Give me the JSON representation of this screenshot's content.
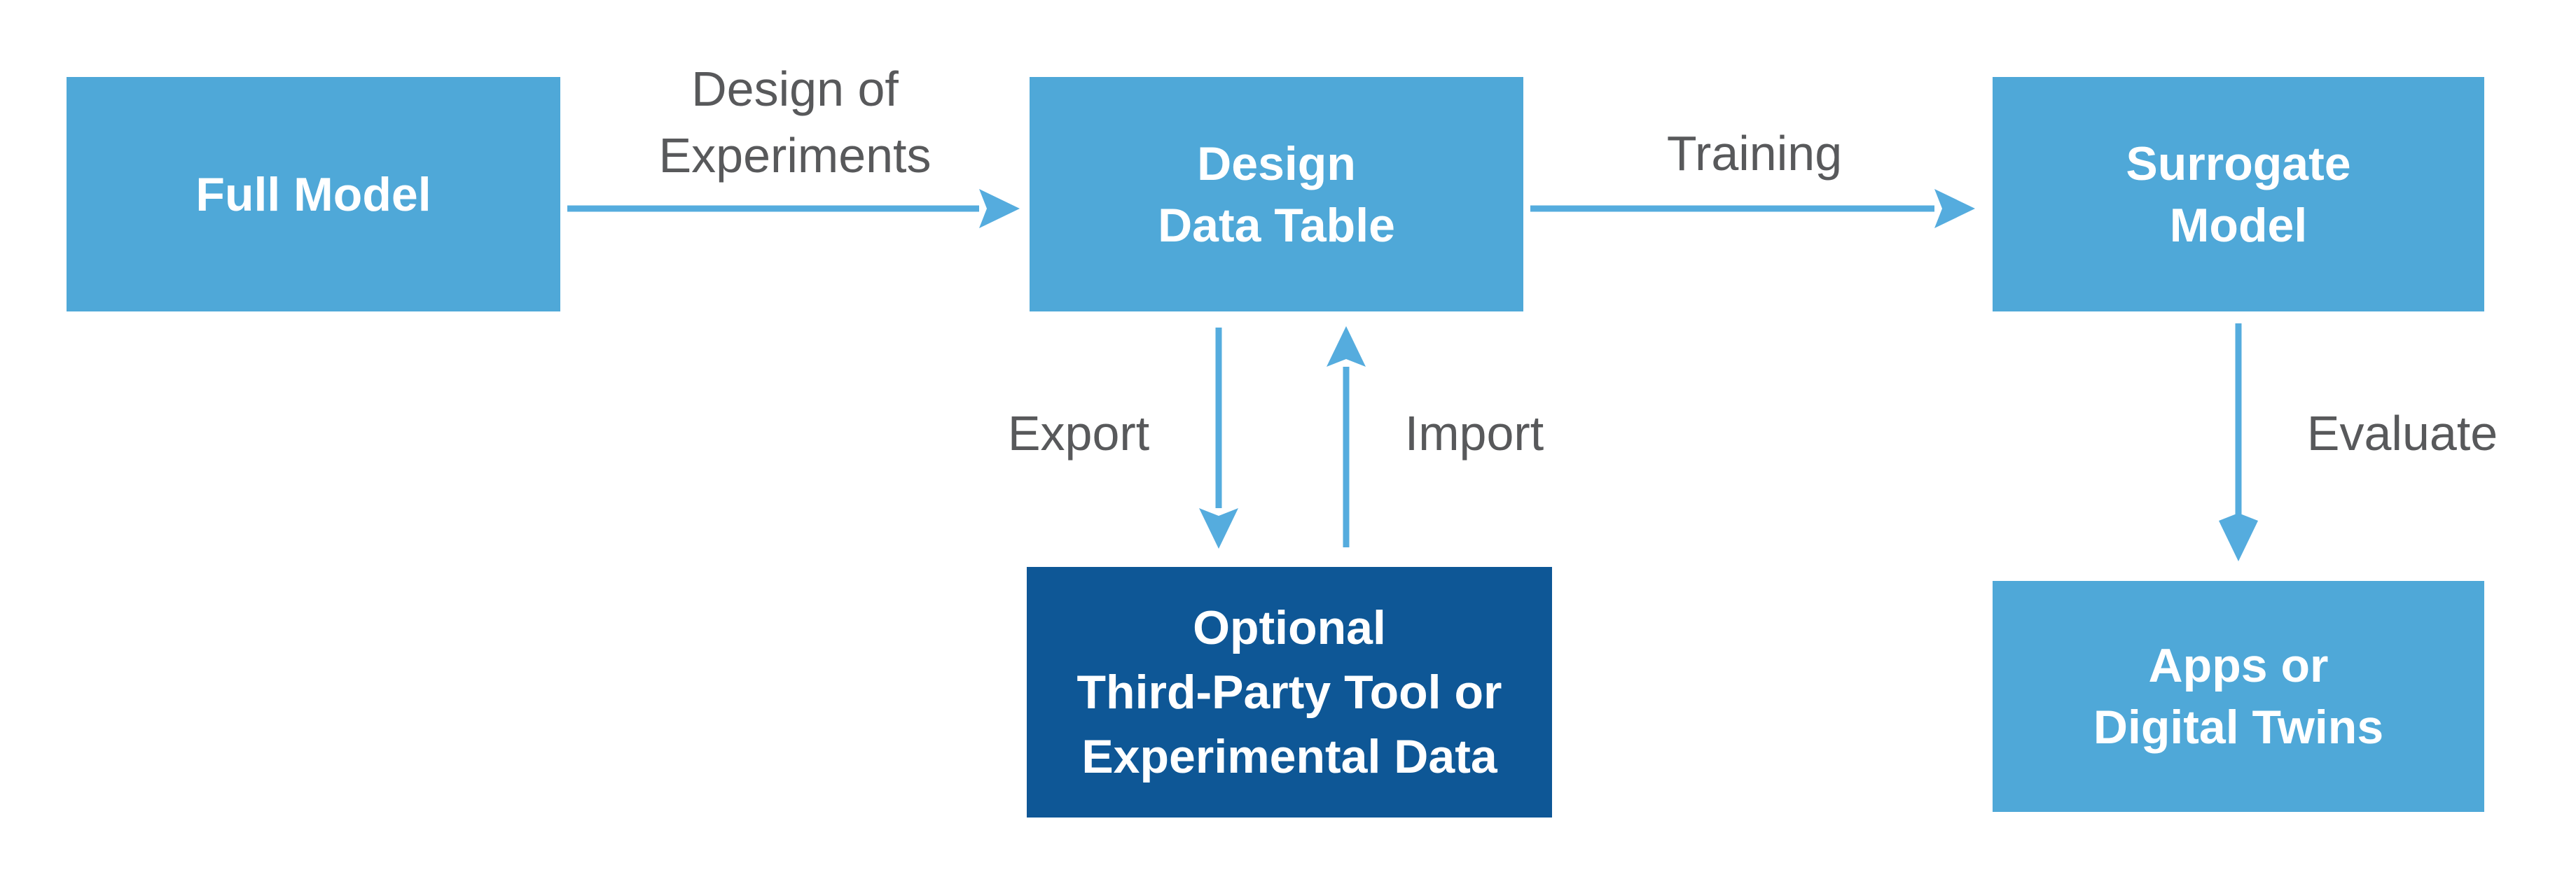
{
  "diagram": {
    "description": "Surrogate model workflow flowchart",
    "nodes": {
      "full_model": {
        "lines": [
          "Full Model"
        ]
      },
      "design_data_table": {
        "lines": [
          "Design",
          "Data Table"
        ]
      },
      "surrogate_model": {
        "lines": [
          "Surrogate",
          "Model"
        ]
      },
      "third_party": {
        "lines": [
          "Optional",
          "Third-Party Tool or",
          "Experimental Data"
        ]
      },
      "apps": {
        "lines": [
          "Apps or",
          "Digital Twins"
        ]
      }
    },
    "edges": {
      "design_of_experiments": {
        "label_lines": [
          "Design of",
          "Experiments"
        ],
        "from": "full_model",
        "to": "design_data_table",
        "direction": "right"
      },
      "training": {
        "label": "Training",
        "from": "design_data_table",
        "to": "surrogate_model",
        "direction": "right"
      },
      "export": {
        "label": "Export",
        "from": "design_data_table",
        "to": "third_party",
        "direction": "down"
      },
      "import": {
        "label": "Import",
        "from": "third_party",
        "to": "design_data_table",
        "direction": "up"
      },
      "evaluate": {
        "label": "Evaluate",
        "from": "surrogate_model",
        "to": "apps",
        "direction": "down"
      }
    }
  },
  "colors": {
    "background": "#ffffff",
    "box_blue": "#4FA8D8",
    "box_dark_blue": "#0E5796",
    "box_text": "#FFFFFF",
    "arrow_blue": "#55ACDE",
    "label_gray": "#58595B"
  }
}
